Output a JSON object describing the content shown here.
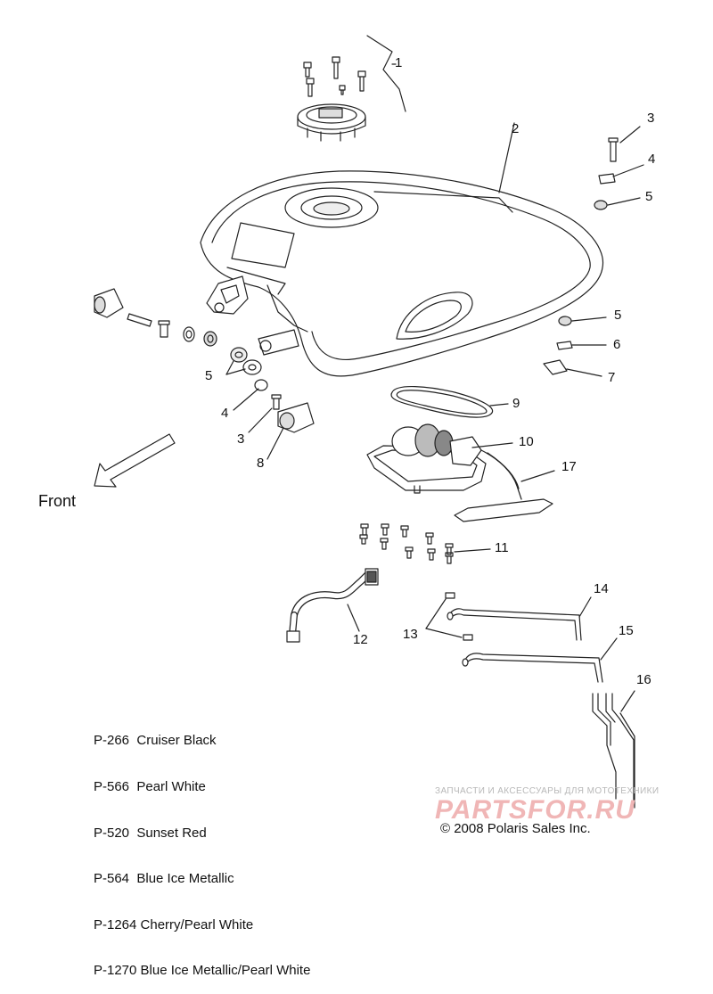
{
  "front_label": "Front",
  "callouts": {
    "c1": "1",
    "c2": "2",
    "c3a": "3",
    "c4a": "4",
    "c5a": "5",
    "c5b": "5",
    "c6": "6",
    "c7": "7",
    "c9": "9",
    "c10": "10",
    "c17": "17",
    "c11": "11",
    "c5c": "5",
    "c4b": "4",
    "c3b": "3",
    "c8": "8",
    "c12": "12",
    "c13": "13",
    "c14": "14",
    "c15": "15",
    "c16": "16"
  },
  "legend": [
    "P-266  Cruiser Black",
    "P-566  Pearl White",
    "P-520  Sunset Red",
    "P-564  Blue Ice Metallic",
    "P-1264 Cherry/Pearl White",
    "P-1270 Blue Ice Metallic/Pearl White"
  ],
  "watermark": {
    "tagline": "ЗАПЧАСТИ И АКСЕССУАРЫ ДЛЯ МОТОТЕХНИКИ",
    "logo": "PARTSFOR.RU"
  },
  "copyright": "© 2008 Polaris Sales Inc."
}
